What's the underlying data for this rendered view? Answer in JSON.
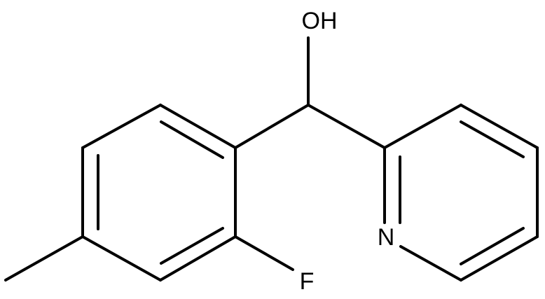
{
  "molecule": {
    "labels": {
      "hydroxyl": "OH",
      "fluorine": "F",
      "nitrogen": "N"
    },
    "colors": {
      "bond": "#000000",
      "label": "#000000",
      "background": "#ffffff"
    }
  }
}
